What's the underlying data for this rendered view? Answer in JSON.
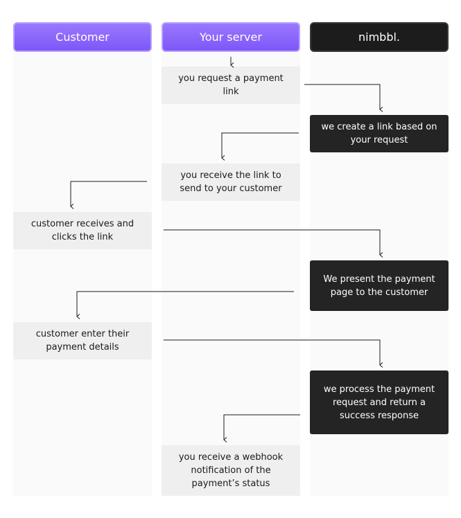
{
  "lanes": {
    "customer": "Customer",
    "server": "Your server",
    "nimbbl": "nimbbl."
  },
  "steps": [
    "you request a payment link",
    "we create a link based on your request",
    "you receive the link to send to your customer",
    "customer receives and clicks the link",
    "We present the payment page to the customer",
    "customer enter their payment details",
    "we process the payment request and return a success response",
    "you receive a webhook notification of the payment’s status"
  ],
  "colors": {
    "header_purple": "#8a66fb",
    "header_dark": "#1c1c1c",
    "step_light": "#efefef",
    "step_dark": "#242424"
  }
}
